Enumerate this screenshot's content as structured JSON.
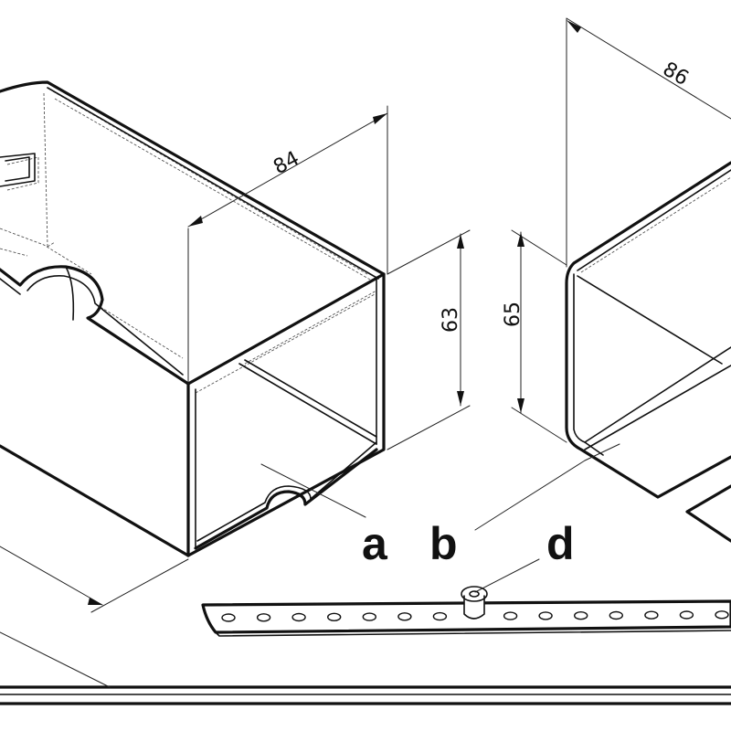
{
  "dimensions": {
    "box_length": "84",
    "box_height": "63",
    "lid_length": "86",
    "lid_height": "65"
  },
  "callouts": {
    "a": "a",
    "b": "b",
    "d": "d"
  },
  "strip": {
    "hole_count": 15
  }
}
